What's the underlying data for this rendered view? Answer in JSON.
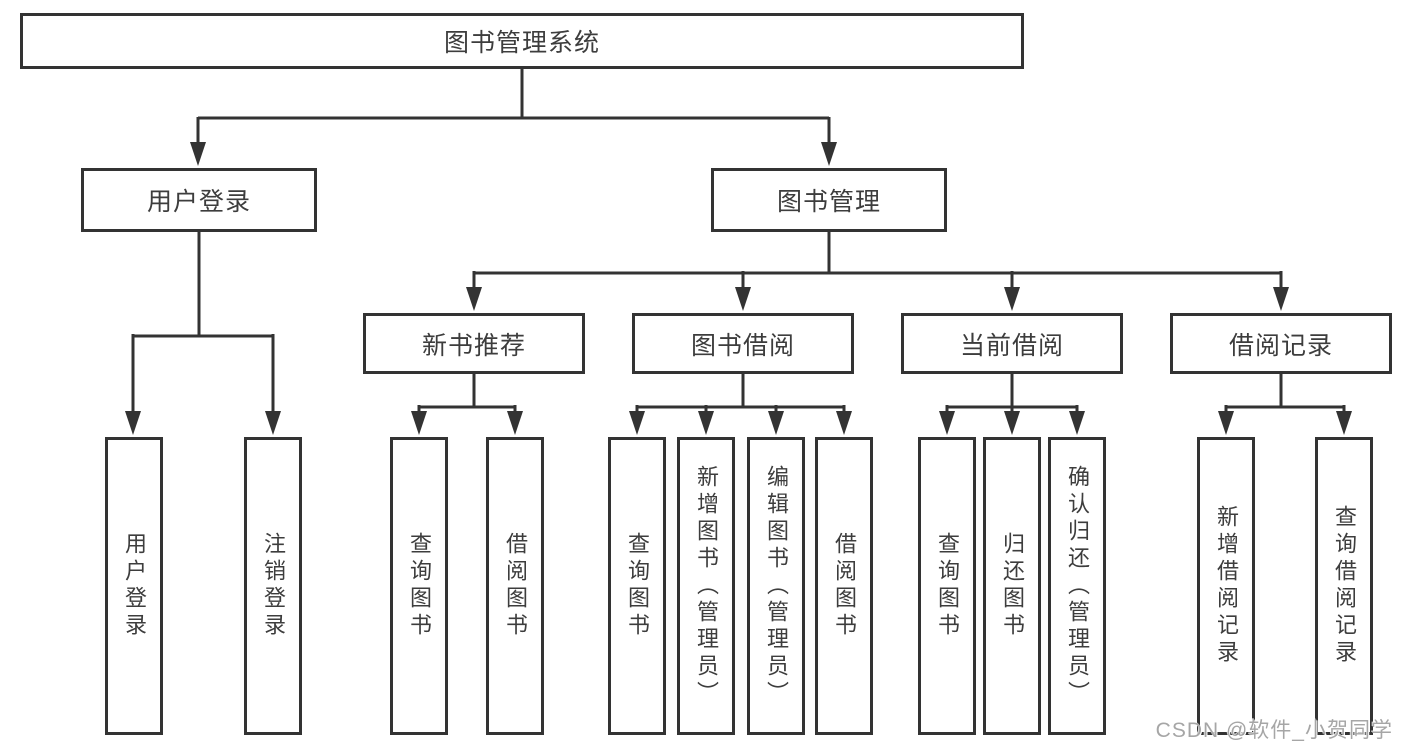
{
  "tree": {
    "label": "图书管理系统",
    "children": [
      {
        "label": "用户登录",
        "children": [
          {
            "label": "用户登录"
          },
          {
            "label": "注销登录"
          }
        ]
      },
      {
        "label": "图书管理",
        "children": [
          {
            "label": "新书推荐",
            "children": [
              {
                "label": "查询图书"
              },
              {
                "label": "借阅图书"
              }
            ]
          },
          {
            "label": "图书借阅",
            "children": [
              {
                "label": "查询图书"
              },
              {
                "label": "新增图书（管理员）"
              },
              {
                "label": "编辑图书（管理员）"
              },
              {
                "label": "借阅图书"
              }
            ]
          },
          {
            "label": "当前借阅",
            "children": [
              {
                "label": "查询图书"
              },
              {
                "label": "归还图书"
              },
              {
                "label": "确认归还（管理员）"
              }
            ]
          },
          {
            "label": "借阅记录",
            "children": [
              {
                "label": "新增借阅记录"
              },
              {
                "label": "查询借阅记录"
              }
            ]
          }
        ]
      }
    ]
  },
  "watermark": {
    "text": "CSDN @软件_小贺同学"
  },
  "colors": {
    "line": "#333333",
    "border": "#333333",
    "text": "#3d3d3d",
    "background": "#ffffff",
    "watermark": "#a6a6a6"
  }
}
